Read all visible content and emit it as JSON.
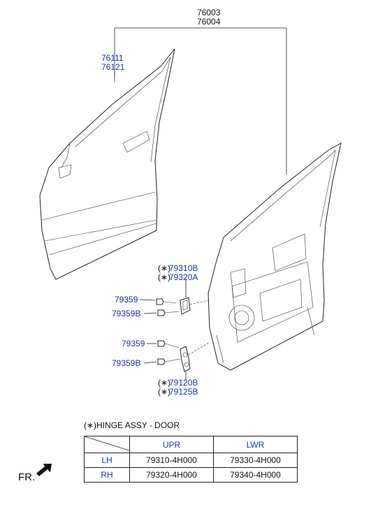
{
  "callouts": {
    "door_assy_1": "76003",
    "door_assy_2": "76004",
    "panel_1": "76111",
    "panel_2": "76121",
    "upr_hinge_1": "79310B",
    "upr_hinge_2": "79320A",
    "bolt_upr_a": "79359",
    "bolt_upr_b": "79359B",
    "bolt_lwr_a": "79359",
    "bolt_lwr_b": "79359B",
    "lwr_hinge_1": "79120B",
    "lwr_hinge_2": "79125B",
    "asterisk_mark": "(∗)"
  },
  "table": {
    "caption": "(∗)HINGE ASSY - DOOR",
    "columns": [
      "",
      "UPR",
      "LWR"
    ],
    "rows": [
      {
        "side": "LH",
        "upr": "79310-4H000",
        "lwr": "79330-4H000"
      },
      {
        "side": "RH",
        "upr": "79320-4H000",
        "lwr": "79340-4H000"
      }
    ]
  },
  "direction": {
    "label": "FR."
  },
  "colors": {
    "callout_text": "#1a33a8",
    "line": "#222222"
  }
}
